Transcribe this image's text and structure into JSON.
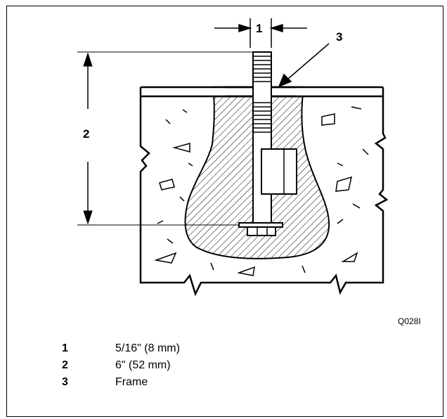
{
  "callouts": {
    "c1": "1",
    "c2": "2",
    "c3": "3"
  },
  "figure_code": "Q028I",
  "legend": [
    {
      "num": "1",
      "text": "5/16\" (8 mm)"
    },
    {
      "num": "2",
      "text": "6\" (52 mm)"
    },
    {
      "num": "3",
      "text": "Frame"
    }
  ]
}
